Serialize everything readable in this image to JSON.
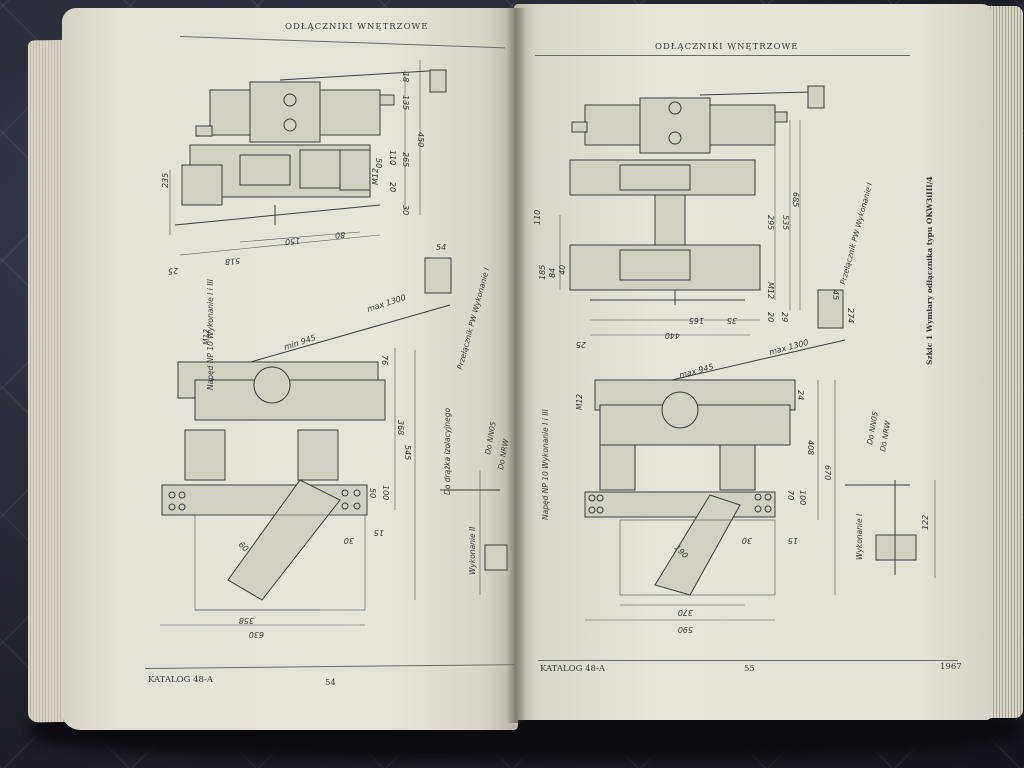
{
  "book": {
    "left_page": {
      "header": "ODŁĄCZNIKI WNĘTRZOWE",
      "footer_left": "KATALOG 48-A",
      "page_number": "54",
      "top_view_dims": [
        "18",
        "135",
        "450",
        "265",
        "110",
        "50",
        "20",
        "30",
        "150",
        "80",
        "518",
        "235",
        "M12",
        "25"
      ],
      "side_view_dims": [
        "54",
        "max 1300",
        "min 945",
        "76",
        "368",
        "545",
        "100",
        "50",
        "30",
        "15",
        "358",
        "630",
        "60"
      ],
      "labels": {
        "drive": "Napęd NP 10\nWykonanie I i III",
        "m12": "M12",
        "switch": "Przełącznik PW\nWykonanie I",
        "rod": "Do drążka\nizolacyjnego",
        "nn": "Do NN05",
        "nrw": "Do NRW",
        "variant2": "Wykonanie II"
      }
    },
    "right_page": {
      "header": "ODŁĄCZNIKI WNĘTRZOWE",
      "footer_left": "KATALOG 48-A",
      "page_number": "55",
      "year": "1967",
      "caption": "Szkic 1 Wymiary odłącznika typu OKW3iIII/4",
      "top_view_dims": [
        "110",
        "185",
        "84",
        "40",
        "295",
        "535",
        "685",
        "M12",
        "165",
        "35",
        "440",
        "20",
        "29",
        "25"
      ],
      "side_view_dims": [
        "max 945",
        "max 1300",
        "24",
        "408",
        "670",
        "100",
        "70",
        "30",
        "15",
        "370",
        "590",
        "190",
        "45",
        "274"
      ],
      "labels": {
        "drive": "Napęd NP 10\nWykonanie I i III",
        "m12": "M12",
        "switch": "Przełącznik PW\nWykonanie I",
        "nn": "Do NN05",
        "nrw": "Do NRW",
        "variant1": "Wykonanie I",
        "dim122": "122"
      }
    }
  }
}
